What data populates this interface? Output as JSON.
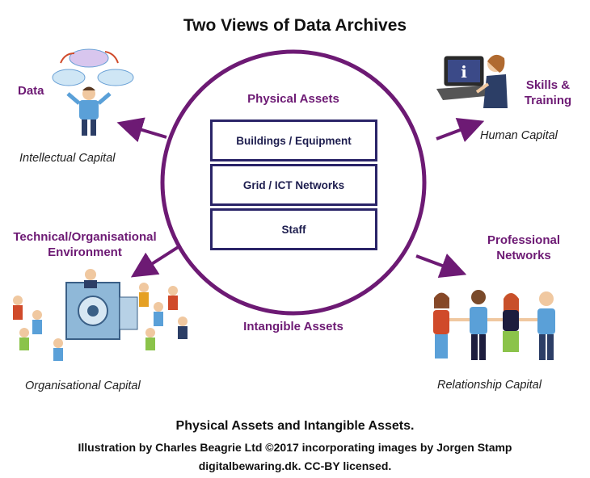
{
  "title": "Two Views of Data Archives",
  "circle": {
    "top_label": "Physical Assets",
    "bottom_label": "Intangible Assets",
    "boxes": [
      "Buildings / Equipment",
      "Grid / ICT Networks",
      "Staff"
    ]
  },
  "quadrants": {
    "intellectual": {
      "label": "Data",
      "caption": "Intellectual Capital",
      "icon": "person-thinking-clouds-icon"
    },
    "human": {
      "label_line1": "Skills &",
      "label_line2": "Training",
      "caption": "Human Capital",
      "icon": "person-at-laptop-icon"
    },
    "organisational": {
      "label_line1": "Technical/Organisational",
      "label_line2": "Environment",
      "caption": "Organisational Capital",
      "icon": "people-around-machine-icon"
    },
    "relationship": {
      "label_line1": "Professional",
      "label_line2": "Networks",
      "caption": "Relationship Capital",
      "icon": "people-holding-hands-icon"
    }
  },
  "footer": {
    "line1": "Physical Assets and Intangible Assets.",
    "line2": "Illustration by Charles Beagrie Ltd ©2017 incorporating images by Jorgen Stamp",
    "line3": "digitalbewaring.dk. CC-BY licensed."
  },
  "colors": {
    "accent": "#6d1a74",
    "box_border": "#2a2468"
  }
}
